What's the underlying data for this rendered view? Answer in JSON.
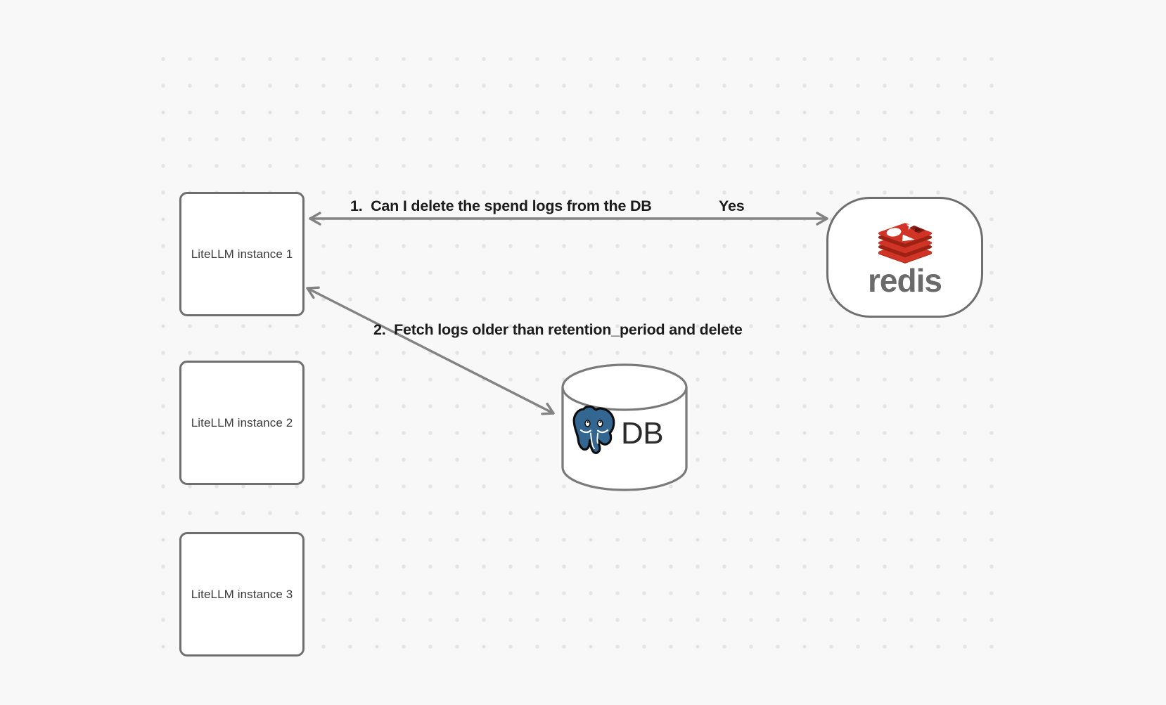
{
  "canvas": {
    "background_color": "#f8f8f8",
    "dot_color": "#e4e4e4"
  },
  "nodes": {
    "instances": [
      {
        "label": "LiteLLM instance 1"
      },
      {
        "label": "LiteLLM instance 2"
      },
      {
        "label": "LiteLLM instance 3"
      }
    ],
    "redis": {
      "wordmark": "redis"
    },
    "db": {
      "label": "DB"
    }
  },
  "edges": [
    {
      "label": "1.  Can I delete the spend logs from the DB",
      "response_label": "Yes",
      "from": "redis",
      "to": "LiteLLM instance 1",
      "style": "double-headed"
    },
    {
      "label": "2.  Fetch logs older than retention_period and delete",
      "from": "LiteLLM instance 1",
      "to": "DB",
      "style": "double-headed"
    }
  ],
  "colors": {
    "shape_stroke": "#6f6f6f",
    "arrow_stroke": "#838383",
    "label_text": "#1c1c1c",
    "box_label_text": "#3b3b3b",
    "redis_red": "#D03427",
    "redis_dark_red": "#9E2213",
    "redis_wordmark_gray": "#6a6a6a",
    "postgres_blue": "#336791",
    "db_text": "#2b2b2b"
  }
}
